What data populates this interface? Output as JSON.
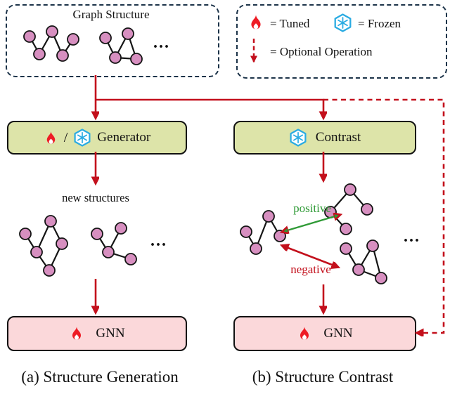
{
  "colors": {
    "arrow_red": "#c3101c",
    "positive_green": "#2f9a36",
    "node_pink": "#d78fc0",
    "flame_red": "#ee1c25",
    "frozen_blue": "#29abe2",
    "generator_fill": "#dde4a9",
    "gnn_fill": "#fbd8da",
    "dashed_border": "#1c3349"
  },
  "graph_structure": {
    "title": "Graph Structure",
    "ellipsis": "..."
  },
  "legend": {
    "tuned": "= Tuned",
    "frozen": "= Frozen",
    "optional": "= Optional Operation"
  },
  "generation": {
    "generator_label": "Generator",
    "slash": "/",
    "new_structures": "new structures",
    "ellipsis": "...",
    "gnn_label": "GNN",
    "caption": "(a) Structure Generation"
  },
  "contrast": {
    "contrast_label": "Contrast",
    "positive": "positive",
    "negative": "negative",
    "ellipsis": "...",
    "gnn_label": "GNN",
    "caption": "(b) Structure Contrast"
  }
}
